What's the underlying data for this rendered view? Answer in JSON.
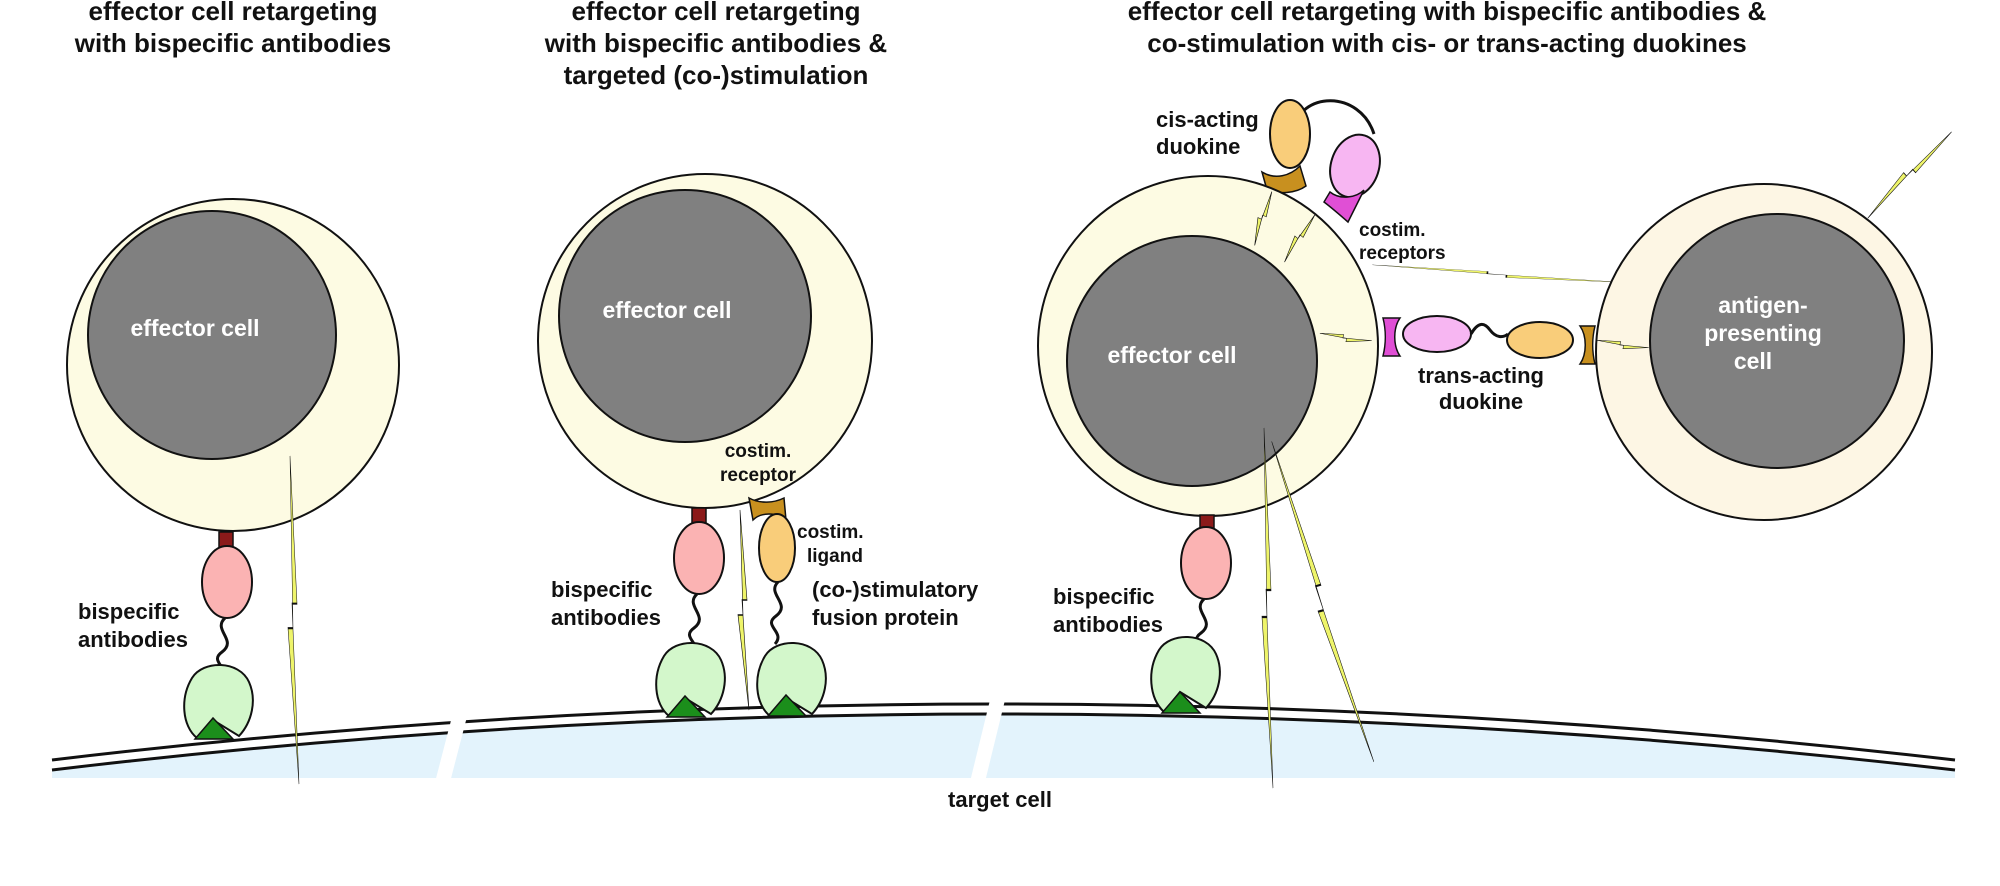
{
  "panels": [
    {
      "title_lines": [
        "effector cell retargeting",
        "with bispecific antibodies"
      ],
      "cell_label": "effector cell",
      "antibody_label_lines": [
        "bispecific",
        "antibodies"
      ]
    },
    {
      "title_lines": [
        "effector cell retargeting",
        "with bispecific antibodies &",
        "targeted (co-)stimulation"
      ],
      "cell_label": "effector cell",
      "receptor_label_lines": [
        "costim.",
        "receptor"
      ],
      "ligand_label_lines": [
        "costim.",
        "ligand"
      ],
      "fusion_label_lines": [
        "(co-)stimulatory",
        "fusion protein"
      ],
      "antibody_label_lines": [
        "bispecific",
        "antibodies"
      ]
    },
    {
      "title_lines": [
        "effector cell retargeting with bispecific antibodies &",
        "co-stimulation with cis- or trans-acting duokines"
      ],
      "cis_label_lines": [
        "cis-acting",
        "duokine"
      ],
      "receptors_label_lines": [
        "costim.",
        "receptors"
      ],
      "cell_label": "effector cell",
      "trans_label_lines": [
        "trans-acting",
        "duokine"
      ],
      "apc_label_lines": [
        "antigen-",
        "presenting",
        "cell"
      ],
      "antibody_label_lines": [
        "bispecific",
        "antibodies"
      ]
    }
  ],
  "target_cell_label": "target cell",
  "colors": {
    "cell_body": "#fdfbe3",
    "apc_body": "#fdf6e4",
    "nucleus": "#808080",
    "antibody_head": "#fbb3b3",
    "antibody_base": "#d3f7cb",
    "antigen": "#1b8e1b",
    "tcr": "#8b1a1a",
    "ligand": "#f9cd7a",
    "receptor": "#c8901f",
    "costim_pink": "#f7b6f2",
    "receptor_magenta": "#e04fd5",
    "bolt": "#eef46a",
    "target_fill": "#e3f3fc"
  }
}
